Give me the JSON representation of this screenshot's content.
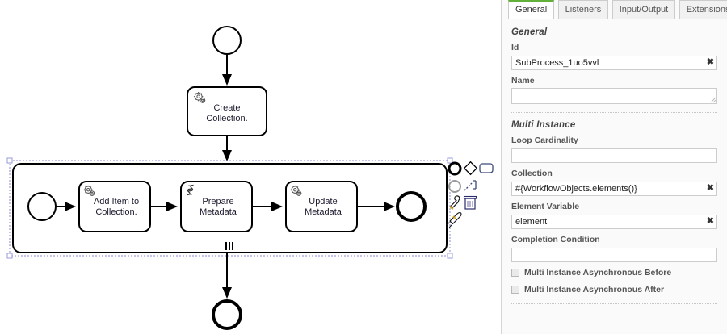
{
  "canvas": {
    "diagram_type": "bpmn-process",
    "elements": [
      {
        "id": "start-event-main",
        "type": "start-event",
        "label": ""
      },
      {
        "id": "task-create-collection",
        "type": "service-task",
        "label": "Create\nCollection.",
        "line1": "Create",
        "line2": "Collection.",
        "icon": "gears-icon"
      },
      {
        "id": "subprocess-multi-instance",
        "type": "expanded-subprocess",
        "label": "",
        "marker": "multi-instance-parallel",
        "selected": true
      },
      {
        "id": "start-event-sub",
        "type": "start-event",
        "label": ""
      },
      {
        "id": "task-add-item",
        "type": "service-task",
        "line1": "Add Item to",
        "line2": "Collection.",
        "icon": "gears-icon"
      },
      {
        "id": "task-prepare-metadata",
        "type": "script-task",
        "line1": "Prepare",
        "line2": "Metadata",
        "icon": "script-icon"
      },
      {
        "id": "task-update-metadata",
        "type": "service-task",
        "line1": "Update",
        "line2": "Metadata",
        "icon": "gears-icon"
      },
      {
        "id": "end-event-sub",
        "type": "end-event",
        "label": ""
      },
      {
        "id": "end-event-main",
        "type": "end-event",
        "label": ""
      }
    ],
    "context_pad": [
      {
        "name": "append-end-event-icon",
        "title": "Append EndEvent"
      },
      {
        "name": "append-gateway-icon",
        "title": "Append Gateway"
      },
      {
        "name": "append-task-icon",
        "title": "Append Task"
      },
      {
        "name": "append-intermediate-event-icon",
        "title": "Append Intermediate/Boundary Event"
      },
      {
        "name": "connect-icon",
        "title": "Connect using Sequence/Message Flow"
      },
      {
        "name": "wrench-icon",
        "title": "Change type"
      },
      {
        "name": "trash-icon",
        "title": "Remove"
      },
      {
        "name": "rocket-icon",
        "title": "Append Element"
      }
    ],
    "colors": {
      "stroke": "#000000",
      "label": "#1a1a2e",
      "selection": "#8888dd",
      "fill": "#ffffff"
    }
  },
  "properties": {
    "tabs": [
      {
        "id": "general",
        "label": "General",
        "active": true
      },
      {
        "id": "listeners",
        "label": "Listeners",
        "active": false
      },
      {
        "id": "input-output",
        "label": "Input/Output",
        "active": false
      },
      {
        "id": "extensions",
        "label": "Extensions",
        "active": false
      }
    ],
    "active_tab_accent": "#62b039",
    "groups": [
      {
        "id": "general",
        "title": "General",
        "fields": [
          {
            "id": "id",
            "label": "Id",
            "value": "SubProcess_1uo5vvl",
            "placeholder": "",
            "clear": "✖",
            "control": "text"
          },
          {
            "id": "name",
            "label": "Name",
            "value": "",
            "placeholder": "",
            "control": "textarea"
          }
        ]
      },
      {
        "id": "multi-instance",
        "title": "Multi Instance",
        "fields": [
          {
            "id": "loop-cardinality",
            "label": "Loop Cardinality",
            "value": "",
            "placeholder": "",
            "control": "text"
          },
          {
            "id": "collection",
            "label": "Collection",
            "value": "#{WorkflowObjects.elements()}",
            "placeholder": "",
            "clear": "✖",
            "control": "text"
          },
          {
            "id": "element-variable",
            "label": "Element Variable",
            "value": "element",
            "placeholder": "",
            "clear": "✖",
            "control": "text"
          },
          {
            "id": "completion-condition",
            "label": "Completion Condition",
            "value": "",
            "placeholder": "",
            "control": "text"
          }
        ],
        "checkboxes": [
          {
            "id": "mi-async-before",
            "label": "Multi Instance Asynchronous Before",
            "checked": false
          },
          {
            "id": "mi-async-after",
            "label": "Multi Instance Asynchronous After",
            "checked": false
          }
        ]
      }
    ]
  }
}
